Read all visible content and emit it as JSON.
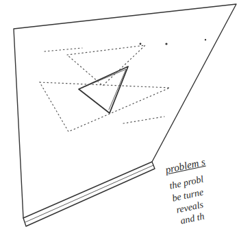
{
  "diagram": {
    "labels": [
      "problem s",
      "the probl",
      "be turne",
      "reveals",
      "and th"
    ]
  }
}
